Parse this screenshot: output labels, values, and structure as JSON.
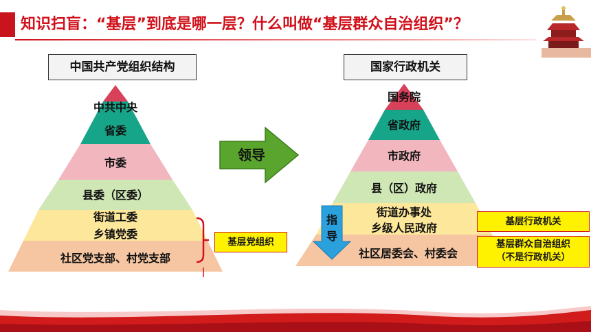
{
  "header": {
    "title": "知识扫盲：“基层”到底是哪一层？什么叫做“基层群众自治组织”？"
  },
  "left": {
    "heading": "中国共产党组织结构",
    "levels": [
      "中共中央",
      "省委",
      "市委",
      "县委（区委）",
      "街道工委",
      "乡镇党委",
      "社区党支部、村党支部"
    ],
    "bracket_label": "基层党组织"
  },
  "arrow": {
    "label": "领导"
  },
  "right": {
    "heading": "国家行政机关",
    "levels": [
      "国务院",
      "省政府",
      "市政府",
      "县（区）政府",
      "街道办事处",
      "乡级人民政府",
      "社区居委会、村委会"
    ],
    "guide_label_1": "指",
    "guide_label_2": "导",
    "side_box_1": "基层行政机关",
    "side_box_2_line1": "基层群众自治组织",
    "side_box_2_line2": "（不是行政机关）"
  },
  "colors": {
    "top": "#d9405a",
    "teal": "#17a589",
    "pink": "#f2b6bf",
    "green": "#cfe6b5",
    "yellow": "#fde79b",
    "peach": "#f6c6a2",
    "accent_red": "#d0101a",
    "arrow_green": "#5aa52e",
    "guide_blue": "#2aa0dd"
  }
}
